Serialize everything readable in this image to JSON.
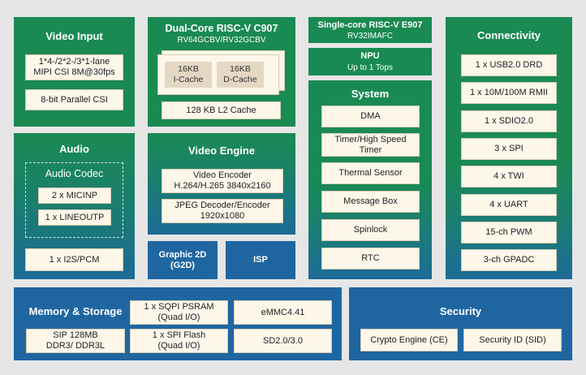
{
  "video_input": {
    "title": "Video Input",
    "mipi": "1*4-/2*2-/3*1-lane\nMIPI CSI 8M@30fps",
    "parallel": "8-bit Parallel CSI"
  },
  "cpu": {
    "title": "Dual-Core RISC-V C907",
    "subtitle": "RV64GCBV/RV32GCBV",
    "icache": "16KB\nI-Cache",
    "dcache": "16KB\nD-Cache",
    "l2": "128 KB L2 Cache"
  },
  "e907": {
    "title": "Single-core RISC-V E907",
    "subtitle": "RV32IMAFC"
  },
  "npu": {
    "title": "NPU",
    "subtitle": "Up to 1 Tops"
  },
  "system": {
    "title": "System",
    "items": [
      "DMA",
      "Timer/High Speed\nTimer",
      "Thermal Sensor",
      "Message Box",
      "Spinlock",
      "RTC"
    ]
  },
  "connectivity": {
    "title": "Connectivity",
    "items": [
      "1 x USB2.0 DRD",
      "1 x 10M/100M RMII",
      "1 x SDIO2.0",
      "3 x SPI",
      "4 x TWI",
      "4 x UART",
      "15-ch PWM",
      "3-ch GPADC"
    ]
  },
  "audio": {
    "title": "Audio",
    "codec_title": "Audio Codec",
    "micinp": "2 x MICINP",
    "lineoutp": "1 x LINEOUTP",
    "i2s": "1 x I2S/PCM"
  },
  "video_engine": {
    "title": "Video Engine",
    "encoder": "Video Encoder\nH.264/H.265 3840x2160",
    "jpeg": "JPEG Decoder/Encoder\n1920x1080"
  },
  "g2d": {
    "title": "Graphic 2D\n(G2D)"
  },
  "isp": {
    "title": "ISP"
  },
  "memory": {
    "title": "Memory & Storage",
    "sip": "SIP 128MB\nDDR3/ DDR3L",
    "psram": "1 x SQPI PSRAM\n(Quad I/O)",
    "spiflash": "1 x SPI Flash\n(Quad I/O)",
    "emmc": "eMMC4.41",
    "sd": "SD2.0/3.0"
  },
  "security": {
    "title": "Security",
    "ce": "Crypto Engine (CE)",
    "sid": "Security ID (SID)"
  }
}
